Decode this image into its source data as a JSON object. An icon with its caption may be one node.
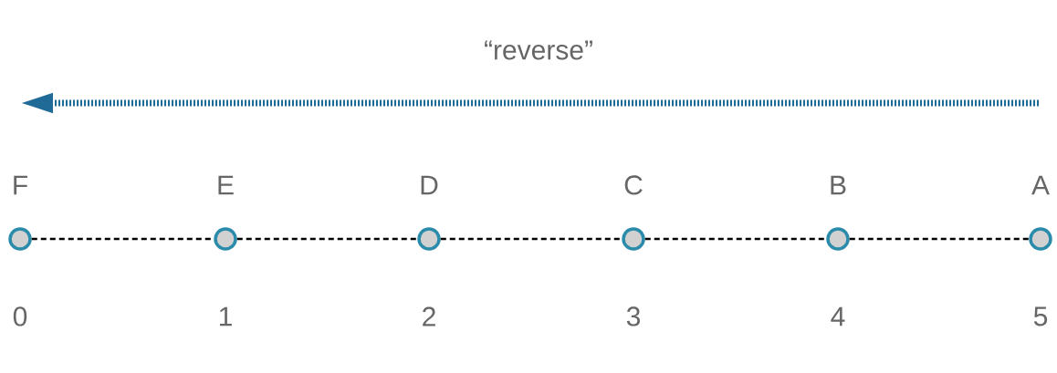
{
  "diagram": {
    "nodes": [
      {
        "text": [],
        "shape": "circle",
        "beside": [
          "F",
          "0"
        ]
      },
      {
        "text": [],
        "shape": "circle",
        "beside": [
          "E",
          "1"
        ]
      },
      {
        "text": [],
        "shape": "circle",
        "beside": [
          "D",
          "2"
        ]
      },
      {
        "text": [],
        "shape": "circle",
        "beside": [
          "C",
          "3"
        ]
      },
      {
        "text": [],
        "shape": "circle",
        "beside": [
          "B",
          "4"
        ]
      },
      {
        "text": [],
        "shape": "circle",
        "beside": [
          "A",
          "5"
        ]
      }
    ],
    "edges": [
      {
        "from": 0,
        "to": 1,
        "arrow": "none",
        "style": "dashed"
      },
      {
        "from": 1,
        "to": 2,
        "arrow": "none",
        "style": "dashed"
      },
      {
        "from": 2,
        "to": 3,
        "arrow": "none",
        "style": "dashed"
      },
      {
        "from": 3,
        "to": 4,
        "arrow": "none",
        "style": "dashed"
      },
      {
        "from": 4,
        "to": 5,
        "arrow": "none",
        "style": "dashed"
      }
    ],
    "labels": [
      "“reverse”"
    ]
  }
}
